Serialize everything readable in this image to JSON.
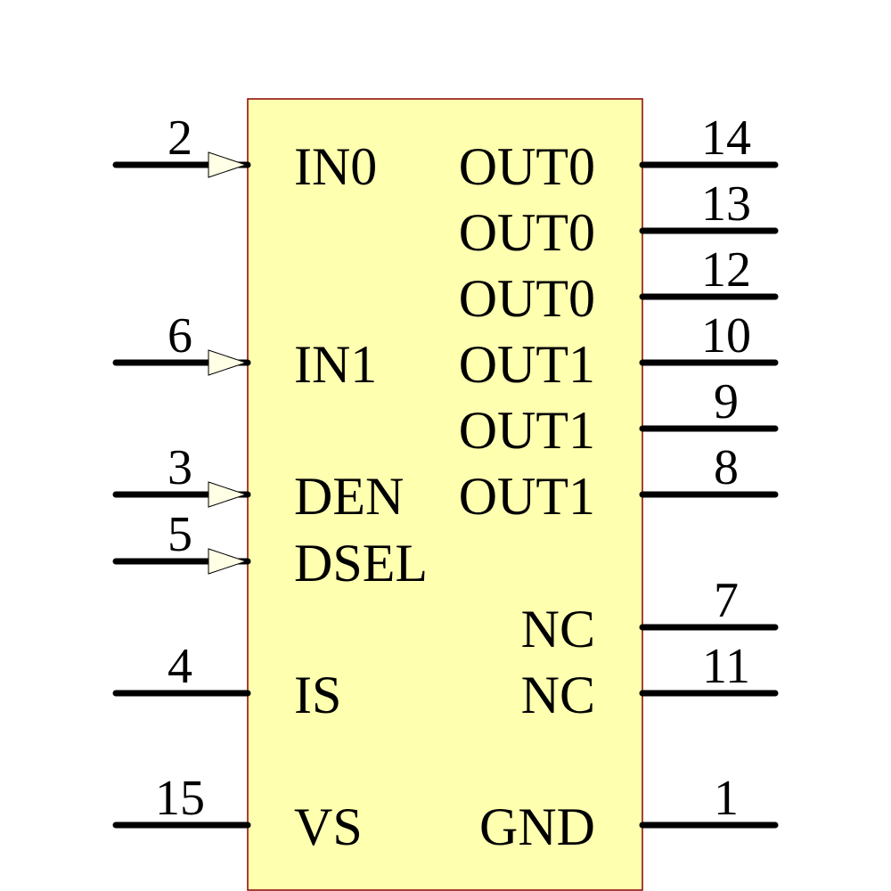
{
  "colors": {
    "body_fill": "#ffffb0",
    "body_border": "#8b0000",
    "pin": "#000000",
    "arrow_fill": "#ffffe6"
  },
  "left_pins": [
    {
      "number": "2",
      "name": "IN0",
      "input_arrow": true
    },
    {
      "number": "6",
      "name": "IN1",
      "input_arrow": true
    },
    {
      "number": "3",
      "name": "DEN",
      "input_arrow": true
    },
    {
      "number": "5",
      "name": "DSEL",
      "input_arrow": true
    },
    {
      "number": "4",
      "name": "IS",
      "input_arrow": false
    },
    {
      "number": "15",
      "name": "VS",
      "input_arrow": false
    }
  ],
  "right_pins": [
    {
      "number": "14",
      "name": "OUT0"
    },
    {
      "number": "13",
      "name": "OUT0"
    },
    {
      "number": "12",
      "name": "OUT0"
    },
    {
      "number": "10",
      "name": "OUT1"
    },
    {
      "number": "9",
      "name": "OUT1"
    },
    {
      "number": "8",
      "name": "OUT1"
    },
    {
      "number": "7",
      "name": "NC"
    },
    {
      "number": "11",
      "name": "NC"
    },
    {
      "number": "1",
      "name": "GND"
    }
  ]
}
